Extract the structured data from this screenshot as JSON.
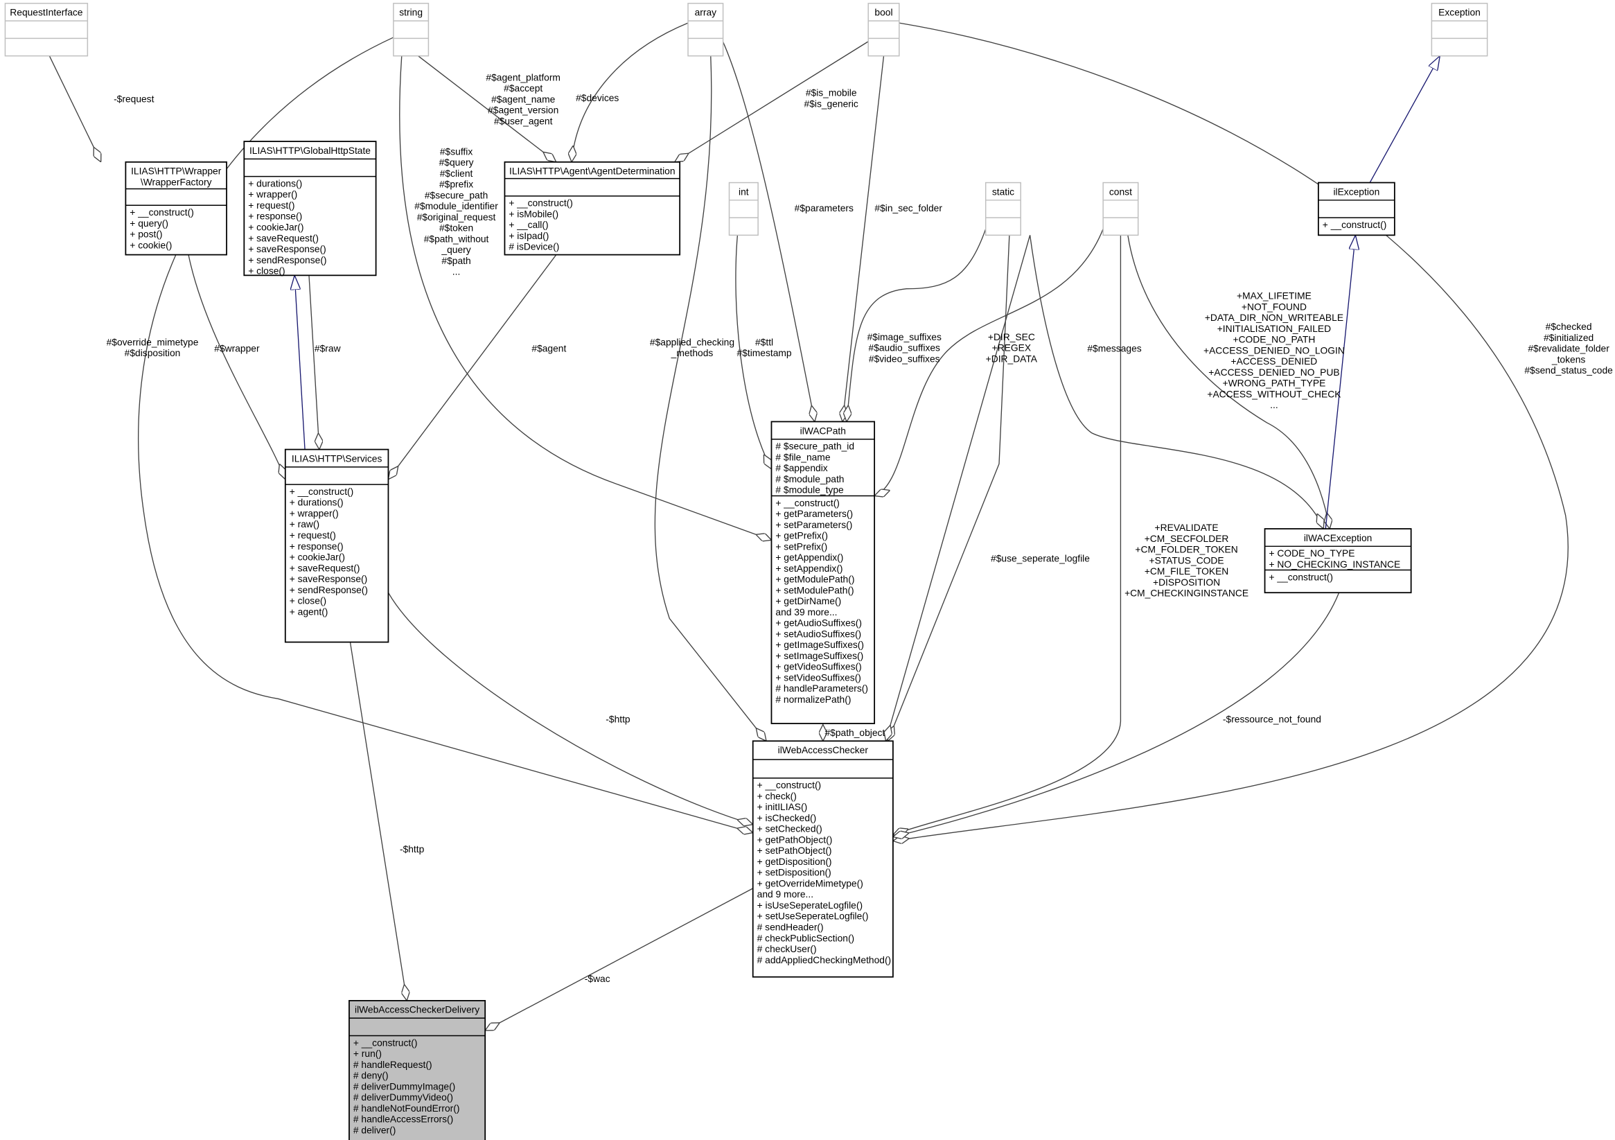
{
  "classes": {
    "request_interface": {
      "title": [
        "RequestInterface"
      ],
      "attrs": [],
      "methods": [],
      "style": "external"
    },
    "string": {
      "title": [
        "string"
      ],
      "attrs": [],
      "methods": [],
      "style": "external"
    },
    "array": {
      "title": [
        "array"
      ],
      "attrs": [],
      "methods": [],
      "style": "external"
    },
    "bool": {
      "title": [
        "bool"
      ],
      "attrs": [],
      "methods": [],
      "style": "external"
    },
    "exception": {
      "title": [
        "Exception"
      ],
      "attrs": [],
      "methods": [],
      "style": "external"
    },
    "int": {
      "title": [
        "int"
      ],
      "attrs": [],
      "methods": [],
      "style": "external"
    },
    "static": {
      "title": [
        "static"
      ],
      "attrs": [],
      "methods": [],
      "style": "external"
    },
    "const": {
      "title": [
        "const"
      ],
      "attrs": [],
      "methods": [],
      "style": "external"
    },
    "il_exception": {
      "title": [
        "ilException"
      ],
      "attrs": [],
      "methods": [
        "+ __construct()"
      ],
      "style": "normal"
    },
    "wrapper_factory": {
      "title": [
        "ILIAS\\HTTP\\Wrapper",
        "\\WrapperFactory"
      ],
      "attrs": [],
      "methods": [
        "+ __construct()",
        "+ query()",
        "+ post()",
        "+ cookie()"
      ],
      "style": "normal"
    },
    "global_http_state": {
      "title": [
        "ILIAS\\HTTP\\GlobalHttpState"
      ],
      "attrs": [],
      "methods": [
        "+ durations()",
        "+ wrapper()",
        "+ request()",
        "+ response()",
        "+ cookieJar()",
        "+ saveRequest()",
        "+ saveResponse()",
        "+ sendResponse()",
        "+ close()"
      ],
      "style": "normal"
    },
    "agent_determination": {
      "title": [
        "ILIAS\\HTTP\\Agent\\AgentDetermination"
      ],
      "attrs": [],
      "methods": [
        "+ __construct()",
        "+ isMobile()",
        "+ __call()",
        "+ isIpad()",
        "# isDevice()"
      ],
      "style": "normal"
    },
    "services": {
      "title": [
        "ILIAS\\HTTP\\Services"
      ],
      "attrs": [],
      "methods": [
        "+ __construct()",
        "+ durations()",
        "+ wrapper()",
        "+ raw()",
        "+ request()",
        "+ response()",
        "+ cookieJar()",
        "+ saveRequest()",
        "+ saveResponse()",
        "+ sendResponse()",
        "+ close()",
        "+ agent()"
      ],
      "style": "normal"
    },
    "il_wac_path": {
      "title": [
        "ilWACPath"
      ],
      "attrs": [
        "# $secure_path_id",
        "# $file_name",
        "# $appendix",
        "# $module_path",
        "# $module_type"
      ],
      "methods": [
        "+ __construct()",
        "+ getParameters()",
        "+ setParameters()",
        "+ getPrefix()",
        "+ setPrefix()",
        "+ getAppendix()",
        "+ setAppendix()",
        "+ getModulePath()",
        "+ setModulePath()",
        "+ getDirName()",
        "and 39 more...",
        "+ getAudioSuffixes()",
        "+ setAudioSuffixes()",
        "+ getImageSuffixes()",
        "+ setImageSuffixes()",
        "+ getVideoSuffixes()",
        "+ setVideoSuffixes()",
        "# handleParameters()",
        "# normalizePath()"
      ],
      "style": "normal"
    },
    "il_wac_exception": {
      "title": [
        "ilWACException"
      ],
      "attrs": [
        "+ CODE_NO_TYPE",
        "+ NO_CHECKING_INSTANCE"
      ],
      "methods": [
        "+ __construct()"
      ],
      "style": "normal"
    },
    "il_web_access_checker": {
      "title": [
        "ilWebAccessChecker"
      ],
      "attrs": [],
      "methods": [
        "+ __construct()",
        "+ check()",
        "+ initILIAS()",
        "+ isChecked()",
        "+ setChecked()",
        "+ getPathObject()",
        "+ setPathObject()",
        "+ getDisposition()",
        "+ setDisposition()",
        "+ getOverrideMimetype()",
        "and 9 more...",
        "+ isUseSeperateLogfile()",
        "+ setUseSeperateLogfile()",
        "# sendHeader()",
        "# checkPublicSection()",
        "# checkUser()",
        "# addAppliedCheckingMethod()"
      ],
      "style": "normal"
    },
    "il_web_access_checker_delivery": {
      "title": [
        "ilWebAccessCheckerDelivery"
      ],
      "attrs": [],
      "methods": [
        "+ __construct()",
        "+ run()",
        "# handleRequest()",
        "# deny()",
        "# deliverDummyImage()",
        "# deliverDummyVideo()",
        "# handleNotFoundError()",
        "# handleAccessErrors()",
        "# deliver()"
      ],
      "style": "focus"
    }
  },
  "edge_labels": {
    "request": [
      "-$request"
    ],
    "override": [
      "#$override_mimetype",
      "#$disposition"
    ],
    "string_path": [
      "#$suffix",
      "#$query",
      "#$client",
      "#$prefix",
      "#$secure_path",
      "#$module_identifier",
      "#$original_request",
      "#$token",
      "#$path_without",
      "_query",
      "#$path",
      "..."
    ],
    "agent_strings": [
      "#$agent_platform",
      "#$accept",
      "#$agent_name",
      "#$agent_version",
      "#$user_agent"
    ],
    "devices": [
      "#$devices"
    ],
    "is_mobile": [
      "#$is_mobile",
      "#$is_generic"
    ],
    "parameters": [
      "#$parameters"
    ],
    "in_sec_folder": [
      "#$in_sec_folder"
    ],
    "applied": [
      "#$applied_checking",
      "_methods"
    ],
    "ttl": [
      "#$ttl",
      "#$timestamp"
    ],
    "suffixes": [
      "#$image_suffixes",
      "#$audio_suffixes",
      "#$video_suffixes"
    ],
    "dir_sec": [
      "+DIR_SEC",
      "+REGEX",
      "+DIR_DATA"
    ],
    "messages": [
      "#$messages"
    ],
    "const_codes": [
      "+MAX_LIFETIME",
      "+NOT_FOUND",
      "+DATA_DIR_NON_WRITEABLE",
      "+INITIALISATION_FAILED",
      "+CODE_NO_PATH",
      "+ACCESS_DENIED_NO_LOGIN",
      "+ACCESS_DENIED",
      "+ACCESS_DENIED_NO_PUB",
      "+WRONG_PATH_TYPE",
      "+ACCESS_WITHOUT_CHECK",
      "..."
    ],
    "revalidate": [
      "+REVALIDATE",
      "+CM_SECFOLDER",
      "+CM_FOLDER_TOKEN",
      "+STATUS_CODE",
      "+CM_FILE_TOKEN",
      "+DISPOSITION",
      "+CM_CHECKINGINSTANCE"
    ],
    "checked": [
      "#$checked",
      "#$initialized",
      "#$revalidate_folder",
      "_tokens",
      "#$send_status_code"
    ],
    "use_logfile": [
      "#$use_seperate_logfile"
    ],
    "raw": [
      "#$raw"
    ],
    "wrapper": [
      "#$wrapper"
    ],
    "agent": [
      "#$agent"
    ],
    "path_object": [
      "#$path_object"
    ],
    "http_checker": [
      "-$http"
    ],
    "ressource": [
      "-$ressource_not_found"
    ],
    "http_delivery": [
      "-$http"
    ],
    "wac": [
      "-$wac"
    ]
  },
  "colors": {
    "external_border": "#bfbfbf",
    "focus_fill": "#bfbfbf",
    "inheritance": "#191970",
    "association": "#404040"
  }
}
